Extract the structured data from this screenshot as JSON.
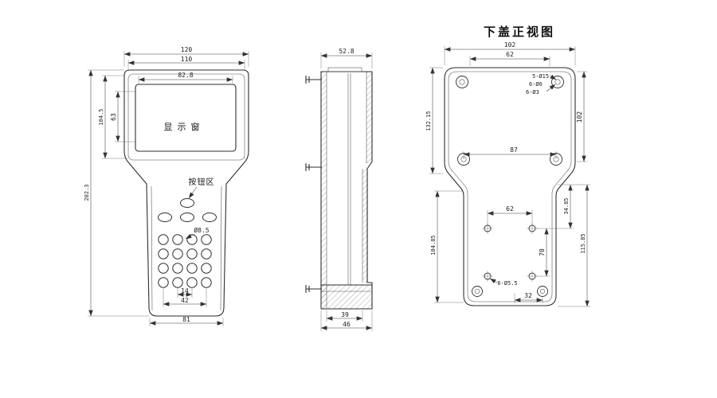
{
  "views": {
    "front": {
      "display_window_label": "显示窗",
      "button_area_label": "按钮区",
      "dims": {
        "top_width": "120",
        "inner_width": "110",
        "window_width": "82.8",
        "window_height": "63",
        "upper_height": "104.5",
        "total_height": "202.3",
        "button_diameter": "Ø8.5",
        "key_pitch": "14",
        "key_span": "42",
        "bottom_width": "81"
      }
    },
    "side": {
      "dims": {
        "overall_depth": "52.8",
        "inner_depth": "39",
        "outer_depth": "46"
      }
    },
    "bottom_cover": {
      "title": "下盖正视图",
      "dims": {
        "top_width": "102",
        "top_inner_width": "62",
        "corner_note_1": "5-Ø15",
        "corner_note_2": "6-Ø6",
        "corner_note_3": "6-Ø3",
        "left_height": "132.15",
        "right_height": "102",
        "boss_span": "87",
        "hole_span_x": "62",
        "shoulder_offset": "34.85",
        "lower_left_height": "104.85",
        "lower_right_height": "115.85",
        "hole_span_y": "70",
        "hole_note": "6-Ø5.5",
        "bottom_offset": "32"
      }
    }
  }
}
